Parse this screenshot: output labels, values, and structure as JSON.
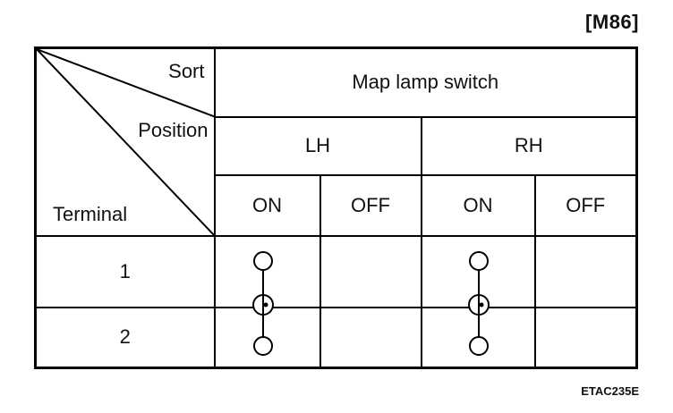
{
  "header_code": "[M86]",
  "figure_ref": "ETAC235E",
  "table": {
    "corner_labels": {
      "sort": "Sort",
      "position": "Position",
      "terminal": "Terminal"
    },
    "component": "Map lamp switch",
    "groups": [
      "LH",
      "RH"
    ],
    "columns": [
      "ON",
      "OFF",
      "ON",
      "OFF"
    ],
    "terminals": [
      "1",
      "2"
    ],
    "continuity": [
      {
        "column": "LH ON",
        "terminals": [
          "1",
          "2"
        ]
      },
      {
        "column": "RH ON",
        "terminals": [
          "1",
          "2"
        ]
      }
    ]
  }
}
